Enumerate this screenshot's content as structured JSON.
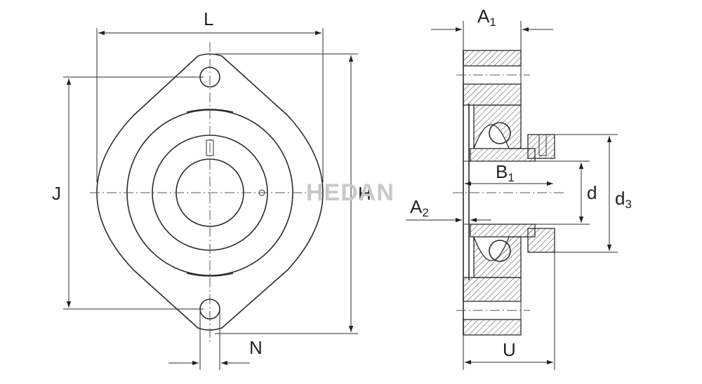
{
  "front_view": {
    "labels": {
      "L": "L",
      "J": "J",
      "H": "H",
      "N": "N"
    }
  },
  "section_view": {
    "labels": {
      "A1": {
        "base": "A",
        "sub": "1"
      },
      "B1": {
        "base": "B",
        "sub": "1"
      },
      "A2": {
        "base": "A",
        "sub": "2"
      },
      "d": "d",
      "d3": {
        "base": "d",
        "sub": "3"
      },
      "U": "U"
    }
  },
  "watermark": "HEDAN",
  "colors": {
    "line": "#2b2b2b",
    "watermark": "#c9c9c9"
  }
}
